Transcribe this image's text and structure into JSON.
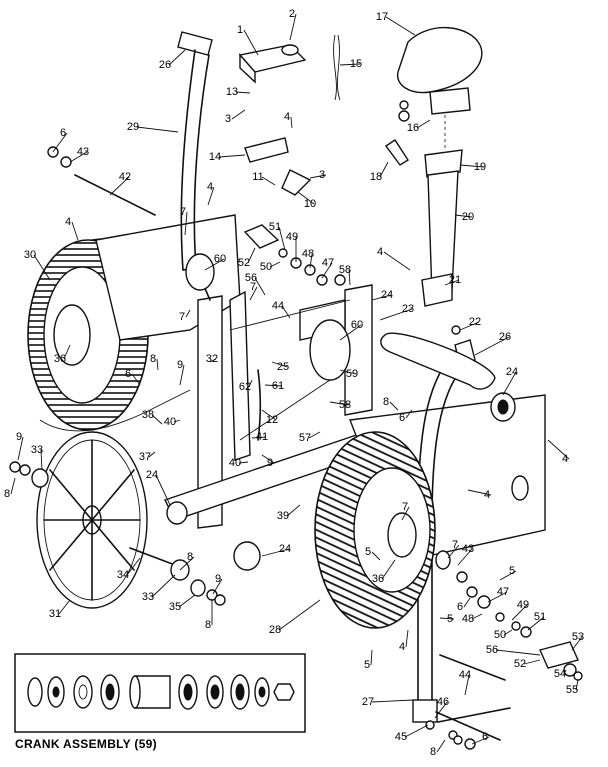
{
  "callouts": [
    "1",
    "2",
    "3",
    "4",
    "5",
    "6",
    "7",
    "8",
    "9",
    "10",
    "11",
    "12",
    "13",
    "14",
    "15",
    "16",
    "17",
    "18",
    "19",
    "20",
    "21",
    "22",
    "23",
    "24",
    "25",
    "26",
    "27",
    "28",
    "29",
    "30",
    "31",
    "32",
    "33",
    "34",
    "35",
    "36",
    "37",
    "38",
    "39",
    "40",
    "41",
    "42",
    "43",
    "44",
    "45",
    "46",
    "47",
    "48",
    "49",
    "50",
    "51",
    "52",
    "53",
    "54",
    "55",
    "56",
    "57",
    "58",
    "59",
    "60",
    "61",
    "62"
  ],
  "crank_assembly": {
    "caption": "CRANK ASSEMBLY (59)"
  }
}
